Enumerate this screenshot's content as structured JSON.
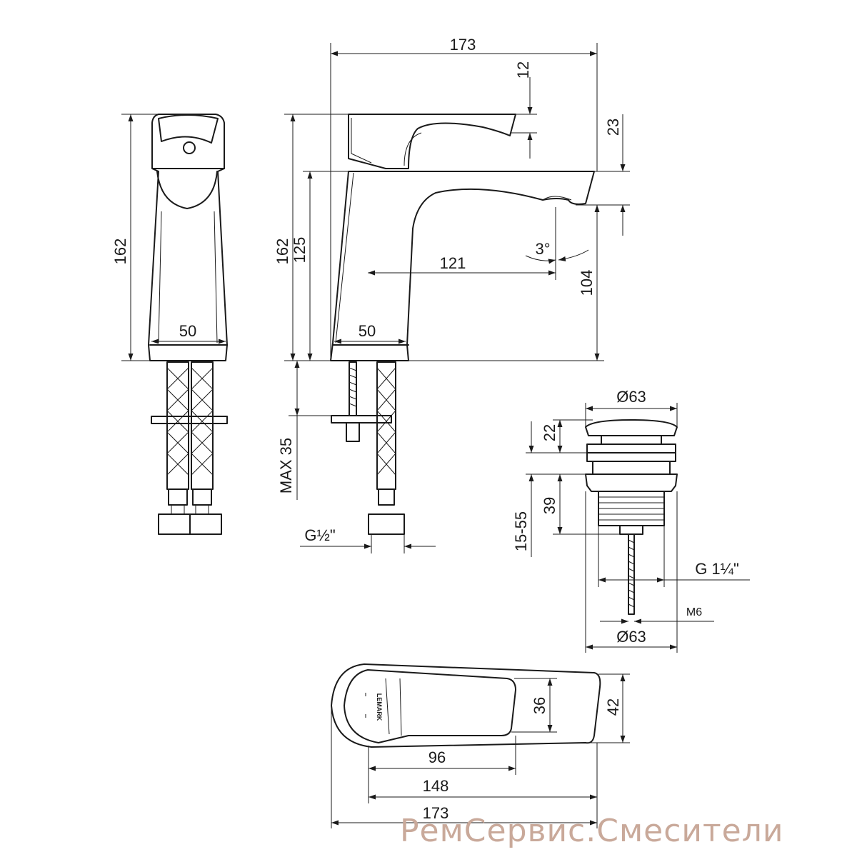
{
  "watermark": "РемСервис.Смесители",
  "brand": "LEMARK",
  "dims": {
    "front_height": "162",
    "front_base_width": "50",
    "side_total_width": "173",
    "side_lever_12": "12",
    "side_lever_23": "23",
    "side_height": "162",
    "side_spout_height": "125",
    "side_reach": "121",
    "side_angle": "3°",
    "side_outlet_height": "104",
    "side_base_width": "50",
    "max_thickness": "MAX 35",
    "hose_thread": "G½\"",
    "drain_top_dia": "Ø63",
    "drain_cap_height": "22",
    "drain_body_height": "39",
    "drain_range": "15-55",
    "drain_thread": "G 1¼\"",
    "drain_rod": "M6",
    "drain_bottom_dia": "Ø63",
    "top_handle_width": "36",
    "top_total_width": "42",
    "top_96": "96",
    "top_148": "148",
    "top_173": "173"
  }
}
